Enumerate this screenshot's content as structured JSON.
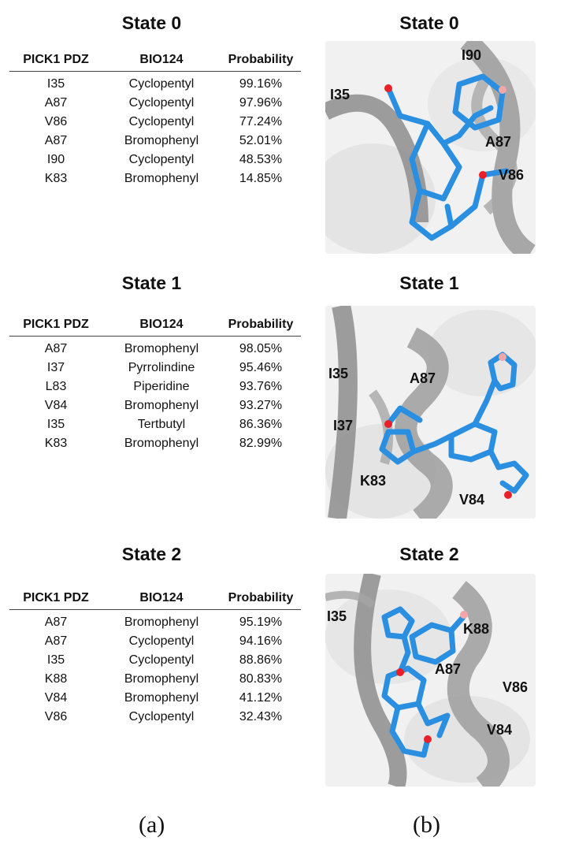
{
  "table_headers": [
    "PICK1 PDZ",
    "BIO124",
    "Probability"
  ],
  "states": [
    {
      "title": "State 0",
      "rows": [
        [
          "I35",
          "Cyclopentyl",
          "99.16%"
        ],
        [
          "A87",
          "Cyclopentyl",
          "97.96%"
        ],
        [
          "V86",
          "Cyclopentyl",
          "77.24%"
        ],
        [
          "A87",
          "Bromophenyl",
          "52.01%"
        ],
        [
          "I90",
          "Cyclopentyl",
          "48.53%"
        ],
        [
          "K83",
          "Bromophenyl",
          "14.85%"
        ]
      ],
      "residue_labels": [
        "I90",
        "I35",
        "A87",
        "V86"
      ]
    },
    {
      "title": "State 1",
      "rows": [
        [
          "A87",
          "Bromophenyl",
          "98.05%"
        ],
        [
          "I37",
          "Pyrrolindine",
          "95.46%"
        ],
        [
          "L83",
          "Piperidine",
          "93.76%"
        ],
        [
          "V84",
          "Bromophenyl",
          "93.27%"
        ],
        [
          "I35",
          "Tertbutyl",
          "86.36%"
        ],
        [
          "K83",
          "Bromophenyl",
          "82.99%"
        ]
      ],
      "residue_labels": [
        "I35",
        "A87",
        "I37",
        "K83",
        "V84"
      ]
    },
    {
      "title": "State 2",
      "rows": [
        [
          "A87",
          "Bromophenyl",
          "95.19%"
        ],
        [
          "A87",
          "Cyclopentyl",
          "94.16%"
        ],
        [
          "I35",
          "Cyclopentyl",
          "88.86%"
        ],
        [
          "K88",
          "Bromophenyl",
          "80.83%"
        ],
        [
          "V84",
          "Bromophenyl",
          "41.12%"
        ],
        [
          "V86",
          "Cyclopentyl",
          "32.43%"
        ]
      ],
      "residue_labels": [
        "I35",
        "K88",
        "A87",
        "V86",
        "V84"
      ]
    }
  ],
  "subfigure_labels": [
    "(a)",
    "(b)"
  ],
  "colors": {
    "ligand": "#2a8fe0",
    "oxygen": "#e8202a",
    "bromine": "#f2a7a7",
    "protein": "#8d8d8d",
    "surface": "#f1f1f1"
  }
}
